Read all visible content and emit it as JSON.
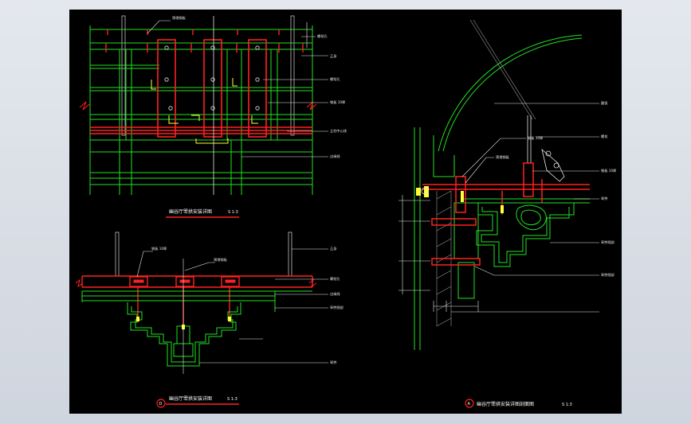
{
  "colors": {
    "background": "#000000",
    "frame": "#d7dce4",
    "green": "#22e022",
    "red": "#ff2020",
    "white": "#e8e8e8",
    "yellow": "#ffff33",
    "gray": "#9a9a9a"
  },
  "views": {
    "top_plan": {
      "title": "幽谷厅斝拱安装详图",
      "scale": "S 1:3",
      "callouts": [
        "预埋钢板",
        "螺栓孔",
        "正身",
        "螺栓孔",
        "钢板 10厚",
        "立柱中心线",
        "边缘线"
      ]
    },
    "front_elev": {
      "title": "幽谷厅斝拱安装详图",
      "scale": "S 1:3",
      "marker": "D",
      "callouts": [
        "钢板 10厚",
        "预埋钢板",
        "正身",
        "螺栓孔",
        "边缘线",
        "斝拱细部",
        "斝拱"
      ]
    },
    "section": {
      "title": "幽谷厅斝拱安装详图剖面图",
      "scale": "S 1:3",
      "marker": "A",
      "callouts": [
        "圆弧",
        "螺栓",
        "钢板 10厚",
        "预埋钢板",
        "钢板 10厚",
        "斝拱",
        "斝拱细部",
        "斝拱细部"
      ]
    }
  }
}
